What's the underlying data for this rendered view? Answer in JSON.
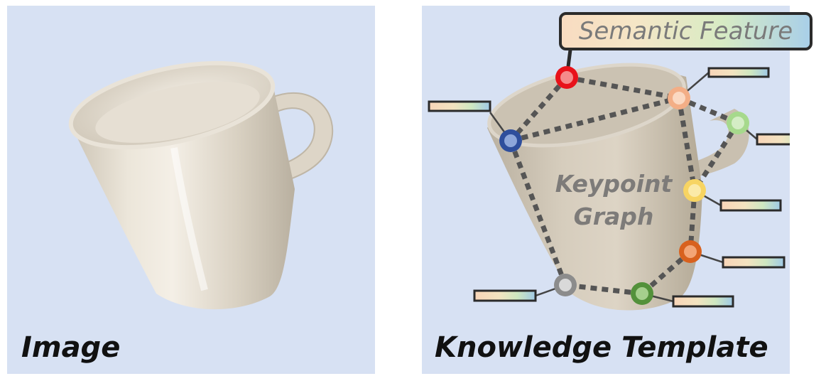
{
  "left_panel": {
    "caption": "Image"
  },
  "right_panel": {
    "caption": "Knowledge Template",
    "graph_label_line1": "Keypoint",
    "graph_label_line2": "Graph",
    "semantic_label": "Semantic Feature"
  },
  "keypoint_colors": {
    "red": "#e8121a",
    "peach": "#f3ae86",
    "light-green": "#a6d98c",
    "blue": "#2e4e9c",
    "yellow": "#f7d462",
    "orange": "#d8611e",
    "gray": "#8c8c8c",
    "green": "#53913b"
  }
}
